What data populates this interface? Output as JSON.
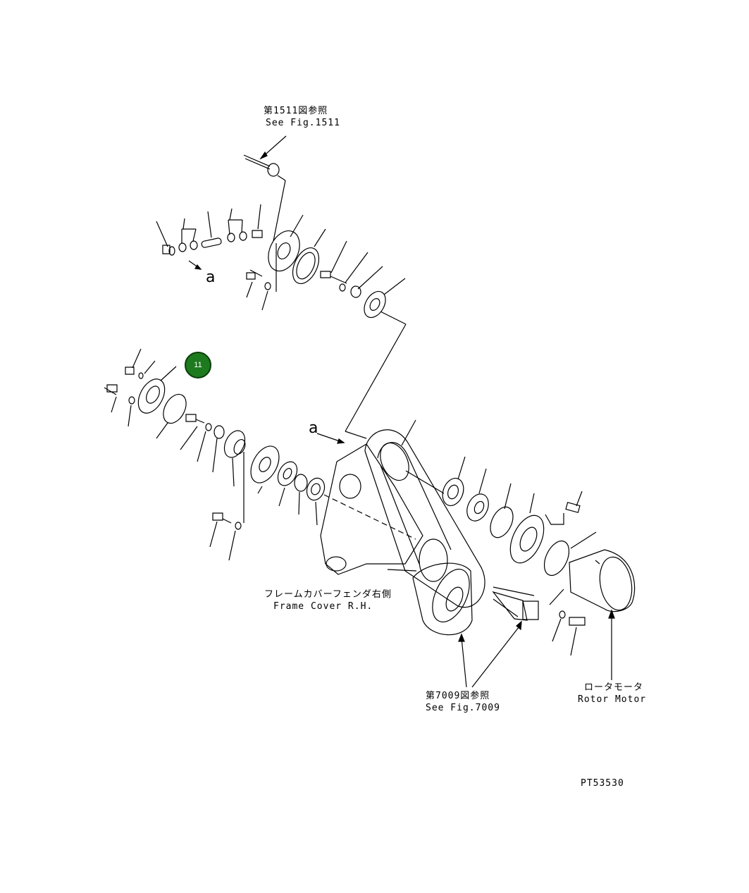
{
  "refs": {
    "fig1511_jp": "第1511図参照",
    "fig1511_en": "See Fig.1511",
    "fig7009_jp": "第7009図参照",
    "fig7009_en": "See Fig.7009"
  },
  "labels": {
    "frame_cover_jp": "フレームカバーフェンダ右側",
    "frame_cover_en": "Frame Cover R.H.",
    "rotor_motor_jp": "ロータモータ",
    "rotor_motor_en": "Rotor Motor",
    "view_letter_top": "a",
    "view_letter_mid": "a",
    "drawing_no": "PT53530"
  },
  "highlight": {
    "part_no": "11",
    "color": "#1e7a1e"
  }
}
